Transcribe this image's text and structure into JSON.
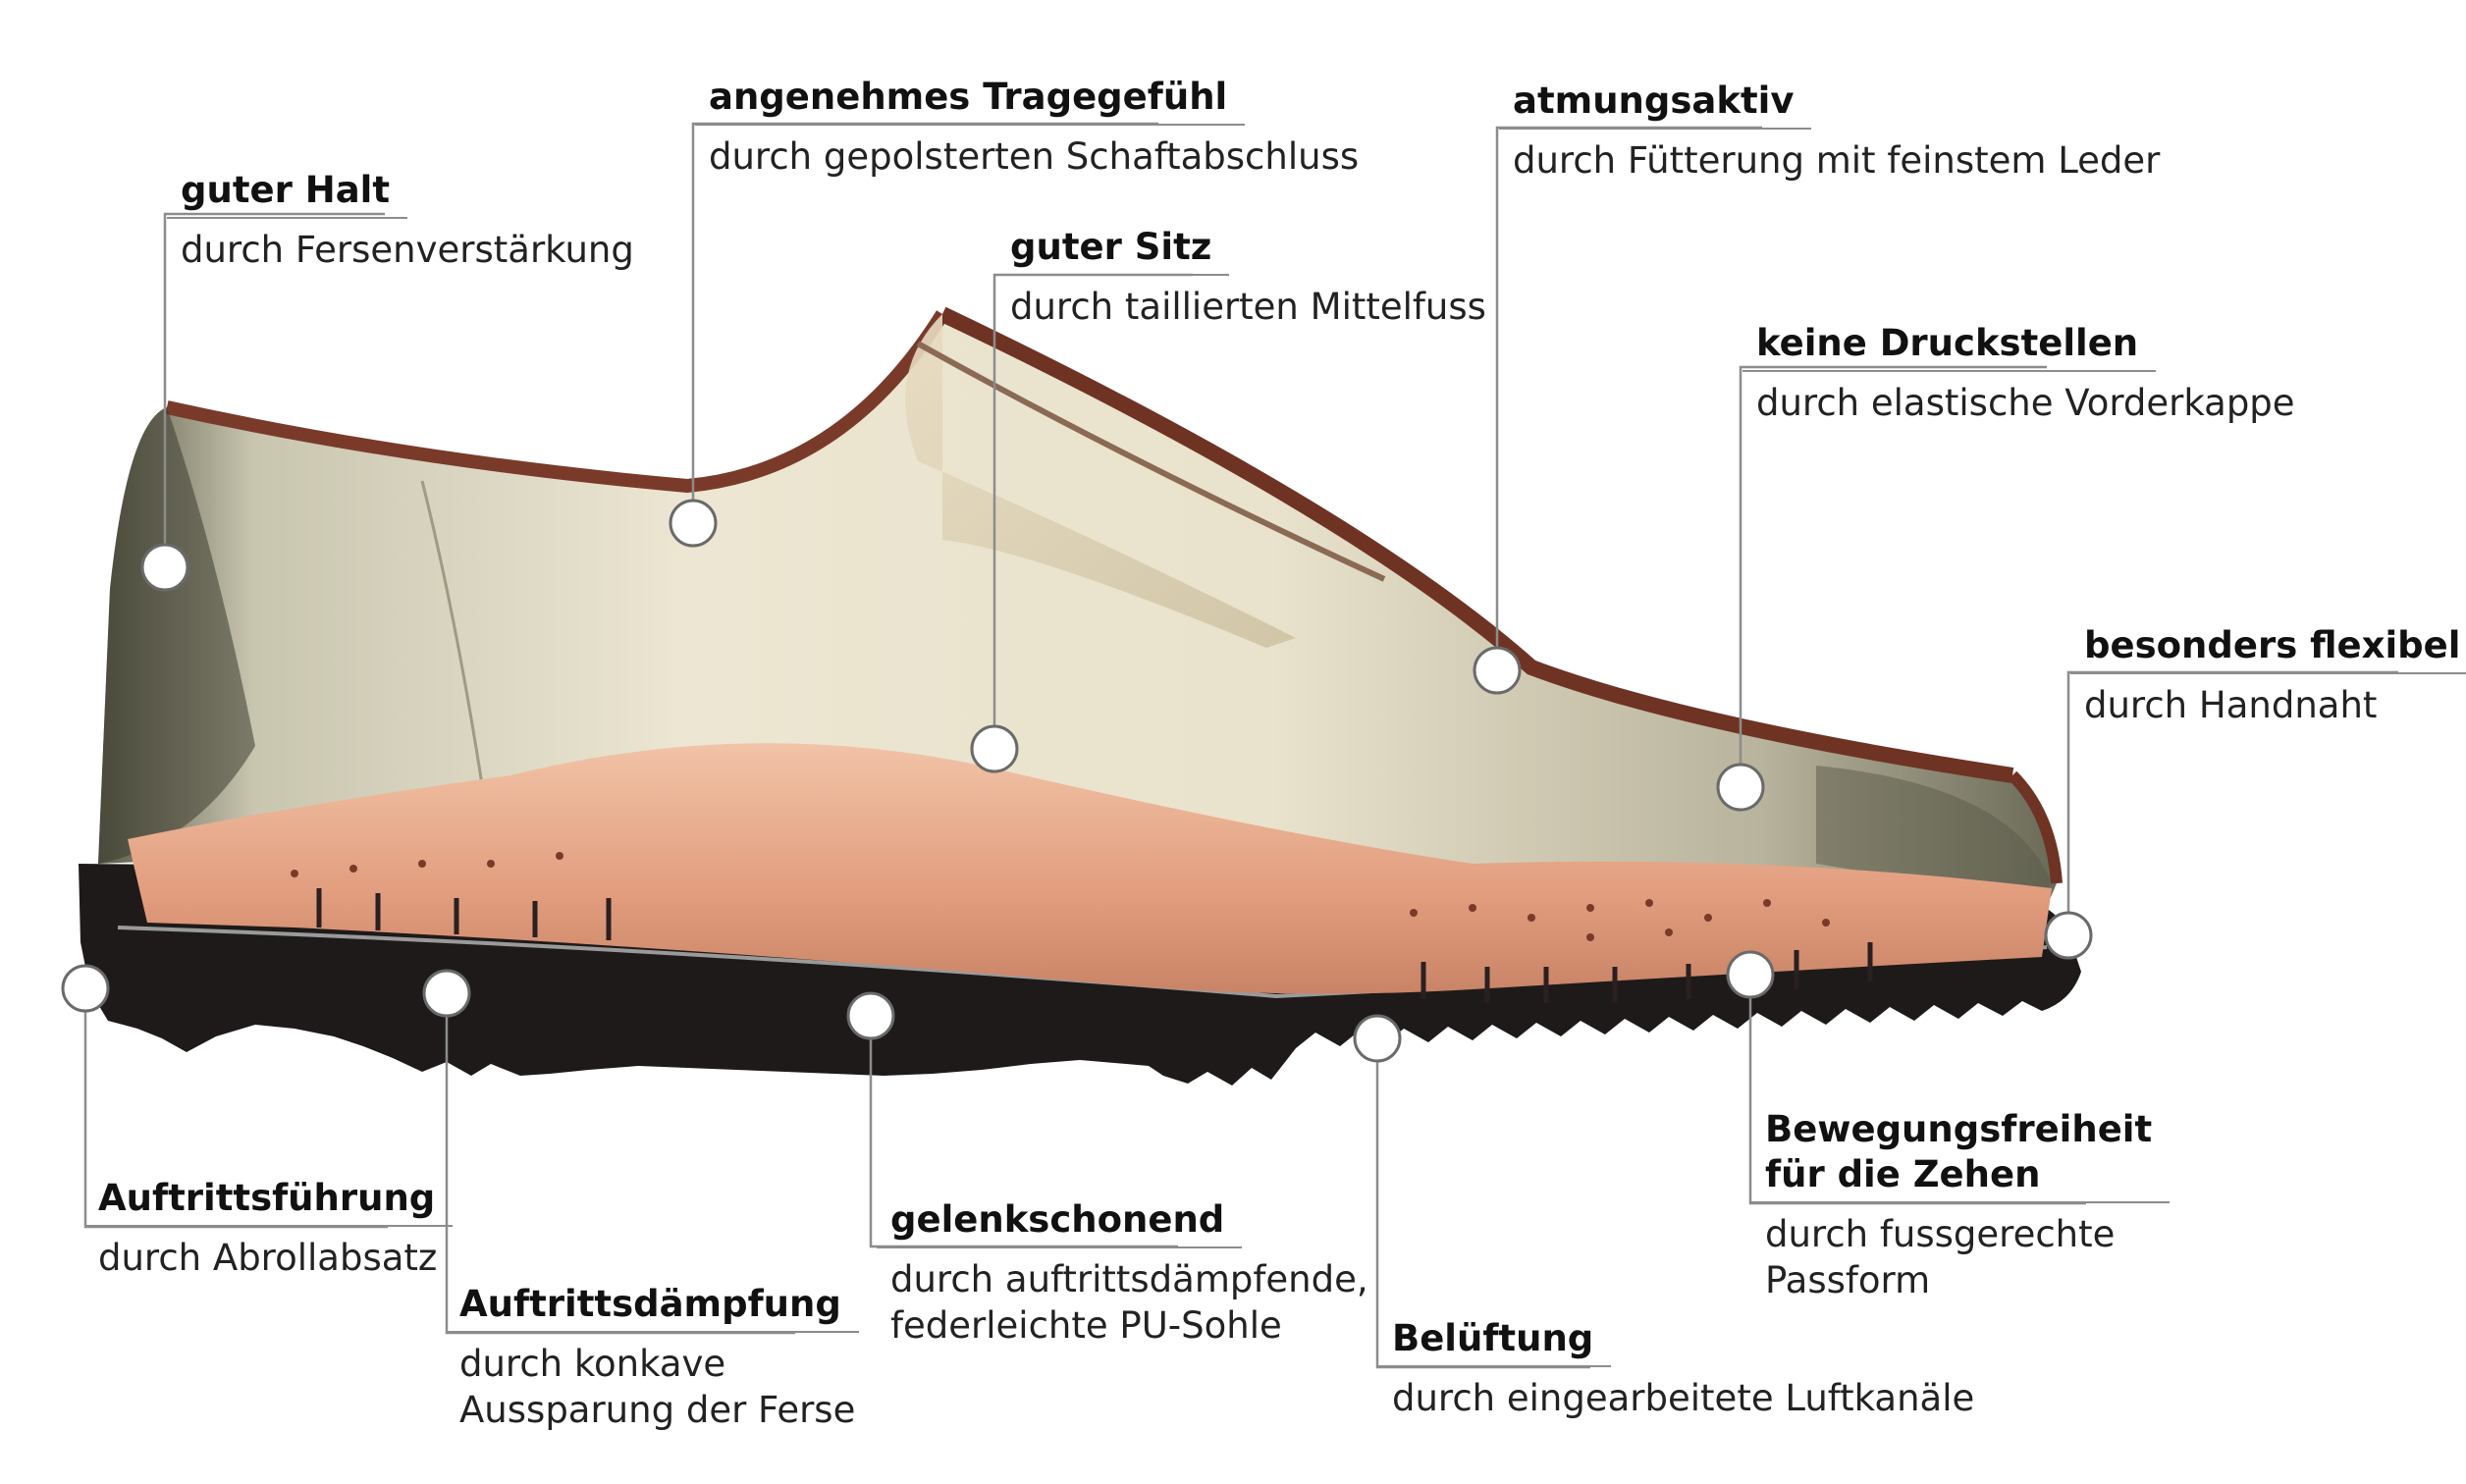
{
  "callouts": [
    {
      "id": "halt",
      "title": "guter Halt",
      "desc": [
        "durch Fersenverstärkung"
      ]
    },
    {
      "id": "trage",
      "title": "angenehmes Tragegefühl",
      "desc": [
        "durch gepolsterten Schaftabschluss"
      ]
    },
    {
      "id": "sitz",
      "title": "guter Sitz",
      "desc": [
        "durch taillierten Mittelfuss"
      ]
    },
    {
      "id": "atmung",
      "title": "atmungsaktiv",
      "desc": [
        "durch Fütterung mit feinstem Leder"
      ]
    },
    {
      "id": "druck",
      "title": "keine Druckstellen",
      "desc": [
        "durch elastische Vorderkappe"
      ]
    },
    {
      "id": "flex",
      "title": "besonders flexibel",
      "desc": [
        "durch Handnaht"
      ]
    },
    {
      "id": "fuehrung",
      "title": "Auftrittsführung",
      "desc": [
        "durch Abrollabsatz"
      ]
    },
    {
      "id": "daempfung",
      "title": "Auftrittsdämpfung",
      "desc": [
        "durch konkave",
        "Aussparung der Ferse"
      ]
    },
    {
      "id": "gelenk",
      "title": "gelenkschonend",
      "desc": [
        "durch auftrittsdämpfende,",
        "federleichte PU-Sohle"
      ]
    },
    {
      "id": "lueftung",
      "title": "Belüftung",
      "desc": [
        "durch eingearbeitete Luftkanäle"
      ]
    },
    {
      "id": "zehen",
      "title": [
        "Bewegungsfreiheit",
        "für die Zehen"
      ],
      "desc": [
        "durch fussgerechte",
        "Passform"
      ]
    }
  ],
  "colors": {
    "leader": "#8c8c8c",
    "upper_light": "#eee8d6",
    "upper_dark": "#4a4a3a",
    "leather_edge": "#7a3a2a",
    "insole": "#e2a283",
    "sole": "#1e1a1a"
  }
}
